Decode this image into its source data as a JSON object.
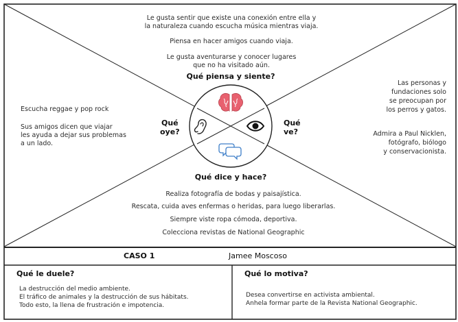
{
  "map": {
    "piensa": {
      "title": "Qué piensa y siente?",
      "items": [
        "Le gusta sentir que existe una conexión entre ella y",
        "la naturaleza cuando escucha música mientras viaja.",
        "Piensa en hacer amigos cuando viaja.",
        "Le gusta aventurarse y conocer lugares",
        "que no ha visitado aún."
      ]
    },
    "oye": {
      "title_l1": "Qué",
      "title_l2": "oye?",
      "items": [
        "Escucha reggae y pop rock",
        "Sus amigos dicen que viajar",
        "les ayuda a dejar sus problemas",
        "a un lado."
      ]
    },
    "ve": {
      "title_l1": "Qué",
      "title_l2": "ve?",
      "items": [
        "Las personas y",
        "fundaciones solo",
        "se preocupan por",
        "los perros y gatos.",
        "Admira a Paul Nicklen,",
        "fotógrafo, biólogo",
        "y conservacionista."
      ]
    },
    "dice": {
      "title": "Qué dice y hace?",
      "items": [
        "Realiza fotografía de bodas y paisajística.",
        "Rescata, cuida aves enfermas o heridas, para luego liberarlas.",
        "Siempre viste ropa cómoda, deportiva.",
        "Colecciona revistas de National Geographic"
      ]
    },
    "icons": [
      "brain-icon",
      "ear-icon",
      "eye-icon",
      "speech-bubbles-icon"
    ],
    "colors": {
      "brain": "#e8616f",
      "speech": "#3d7ec8",
      "lines": "#222222"
    }
  },
  "case": {
    "label": "CASO 1",
    "name": "Jamee Moscoso"
  },
  "duele": {
    "title": "Qué le duele?",
    "lines": [
      "La destrucción del medio ambiente.",
      "El tráfico de animales y la destrucción de sus hábitats.",
      "Todo esto, la llena de frustración e impotencia."
    ]
  },
  "motiva": {
    "title": "Qué lo motiva?",
    "lines": [
      "Desea convertirse en activista ambiental.",
      "Anhela formar parte de la Revista National Geographic."
    ]
  }
}
